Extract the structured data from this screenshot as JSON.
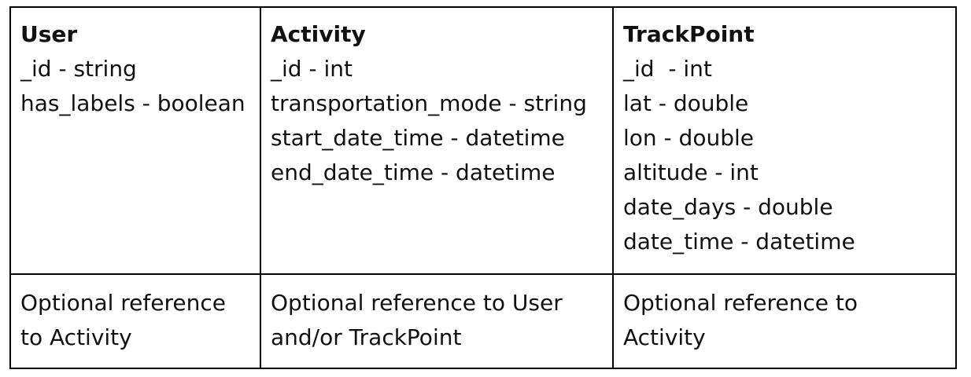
{
  "entities": [
    {
      "title": "User",
      "fields": [
        "_id - string",
        "has_labels - boolean"
      ],
      "reference": "Optional reference to Activity"
    },
    {
      "title": "Activity",
      "fields": [
        "_id - int",
        "transportation_mode - string",
        "start_date_time - datetime",
        "end_date_time - datetime"
      ],
      "reference": "Optional reference to User and/or TrackPoint"
    },
    {
      "title": "TrackPoint",
      "fields": [
        "_id  - int",
        "lat - double",
        "lon - double",
        "altitude - int",
        "date_days - double",
        "date_time - datetime"
      ],
      "reference": "Optional reference to Activity"
    }
  ]
}
